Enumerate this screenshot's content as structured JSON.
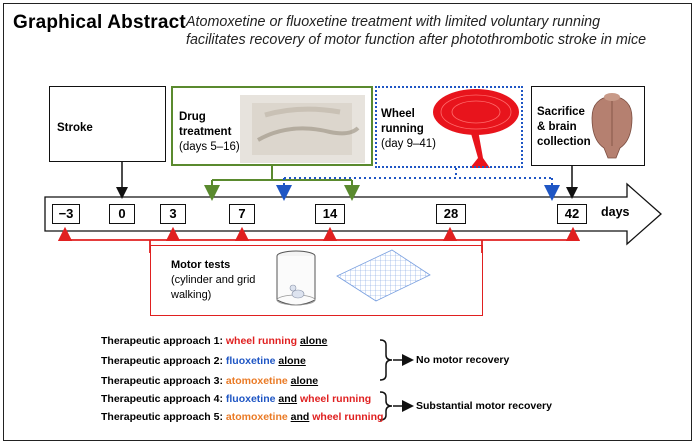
{
  "header": {
    "title": "Graphical Abstract",
    "subtitle": "Atomoxetine or fluoxetine treatment with limited voluntary running facilitates recovery of motor function after photothrombotic stroke in mice"
  },
  "events": {
    "stroke": "Stroke",
    "drug_title": "Drug treatment",
    "drug_days": "(days 5–16)",
    "wheel_title": "Wheel running",
    "wheel_days": "(day 9–41)",
    "sacrifice": "Sacrifice & brain collection"
  },
  "timeline": {
    "ticks": [
      "−3",
      "0",
      "3",
      "7",
      "14",
      "28",
      "42"
    ],
    "unit": "days"
  },
  "motor_tests": {
    "title": "Motor tests",
    "detail": "(cylinder and grid walking)"
  },
  "approaches": [
    {
      "prefix": "Therapeutic approach 1: ",
      "parts": [
        "wheel running",
        " ",
        "alone"
      ]
    },
    {
      "prefix": "Therapeutic approach 2: ",
      "parts": [
        "fluoxetine",
        " ",
        "alone"
      ]
    },
    {
      "prefix": "Therapeutic approach 3: ",
      "parts": [
        "atomoxetine",
        " ",
        "alone"
      ]
    },
    {
      "prefix": "Therapeutic approach 4: ",
      "parts": [
        "fluoxetine",
        " ",
        "and",
        " ",
        "wheel running"
      ]
    },
    {
      "prefix": "Therapeutic approach 5: ",
      "parts": [
        "atomoxetine",
        " ",
        "and",
        " ",
        "wheel running"
      ]
    }
  ],
  "outcomes": {
    "none": "No motor recovery",
    "substantial": "Substantial motor recovery"
  },
  "colors": {
    "drug": "#5a8a2e",
    "wheel": "#1f56c4",
    "motor": "#e02020",
    "atomoxetine": "#ea7a25"
  },
  "icons": [
    "mouse-head-icon",
    "mice-photo-icon",
    "running-wheel-icon",
    "brain-icon",
    "cylinder-icon",
    "grid-icon"
  ]
}
